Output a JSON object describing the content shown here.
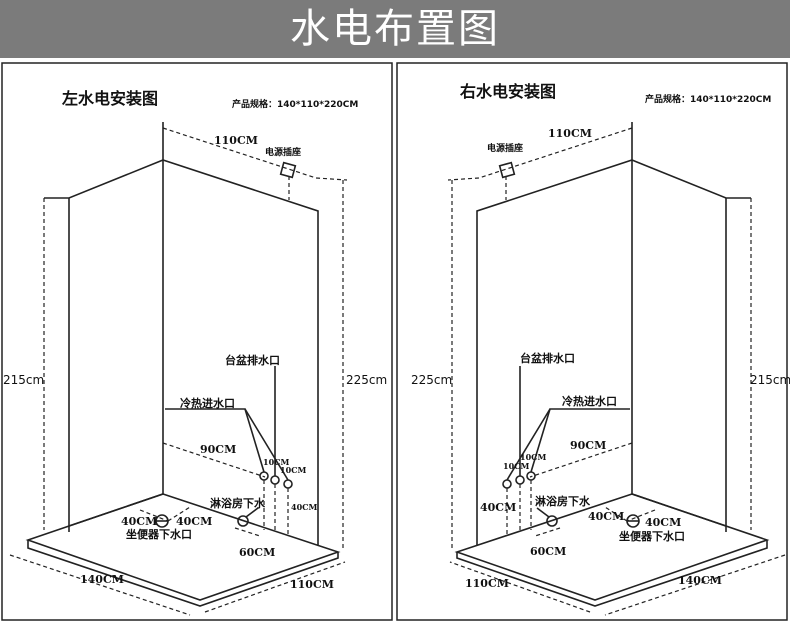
{
  "header": {
    "title": "水电布置图"
  },
  "left": {
    "title": "左水电安装图",
    "spec": "产品规格：140*110*220CM",
    "top_width": "110CM",
    "socket": "电源插座",
    "height_left": "215cm",
    "height_right": "225cm",
    "basin_drain": "台盆排水口",
    "water_inlet": "冷热进水口",
    "inlet_height": "90CM",
    "spacing1": "10CM",
    "spacing2": "10CM",
    "pipe_height": "40CM",
    "shower_drain": "淋浴房下水",
    "toilet_x": "40CM",
    "toilet_y": "40CM",
    "toilet_drain": "坐便器下水口",
    "shower_offset": "60CM",
    "floor_length": "140CM",
    "floor_width": "110CM"
  },
  "right": {
    "title": "右水电安装图",
    "spec": "产品规格：140*110*220CM",
    "top_width": "110CM",
    "socket": "电源插座",
    "height_left": "225cm",
    "height_right": "215cm",
    "basin_drain": "台盆排水口",
    "water_inlet": "冷热进水口",
    "inlet_height": "90CM",
    "spacing1": "10CM",
    "spacing2": "10CM",
    "pipe_height": "40CM",
    "shower_drain": "淋浴房下水",
    "toilet_x": "40CM",
    "toilet_y": "40CM",
    "toilet_drain": "坐便器下水口",
    "shower_offset": "60CM",
    "floor_width": "110CM",
    "floor_length": "140CM"
  }
}
